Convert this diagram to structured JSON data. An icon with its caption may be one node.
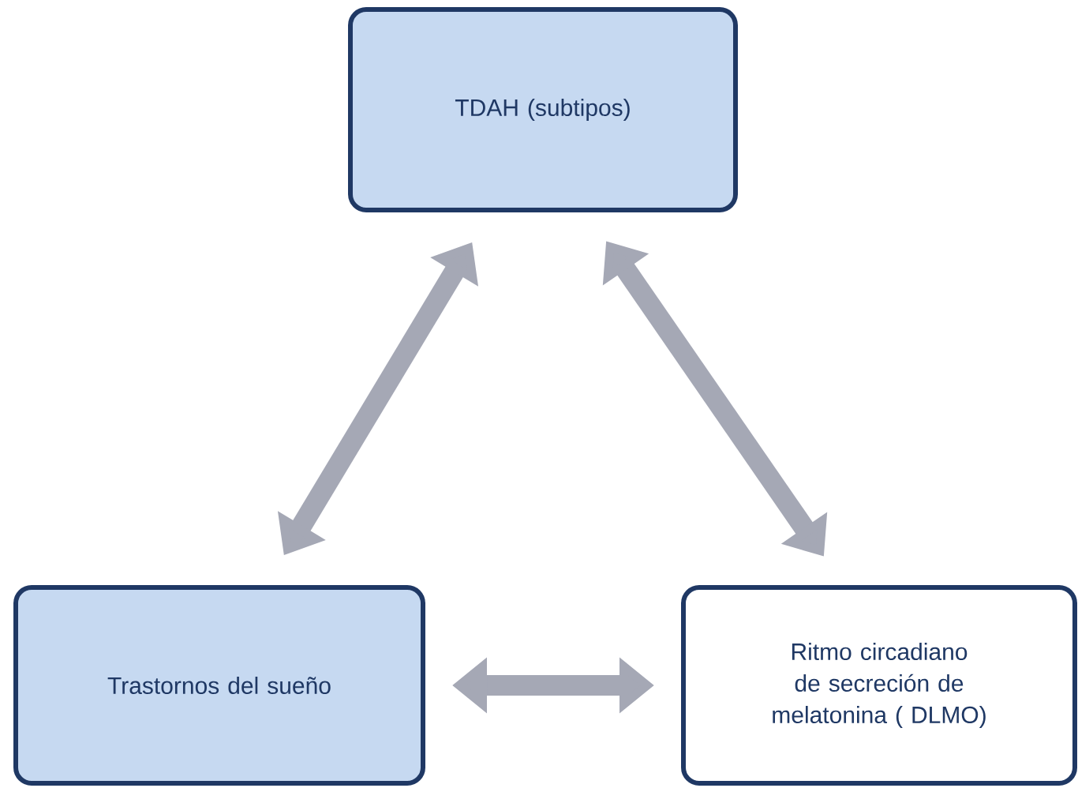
{
  "diagram": {
    "nodes": [
      {
        "text": [
          "TDAH  (subtipos)"
        ]
      },
      {
        "text": [
          "Trastornos del sueño"
        ]
      },
      {
        "text": [
          "Ritmo circadiano de secreción de melatonina ( DLMO)"
        ]
      }
    ],
    "edges": [
      {
        "from": 0,
        "to": 1,
        "arrow": "both"
      },
      {
        "from": 0,
        "to": 2,
        "arrow": "both"
      },
      {
        "from": 1,
        "to": 2,
        "arrow": "both"
      }
    ]
  }
}
